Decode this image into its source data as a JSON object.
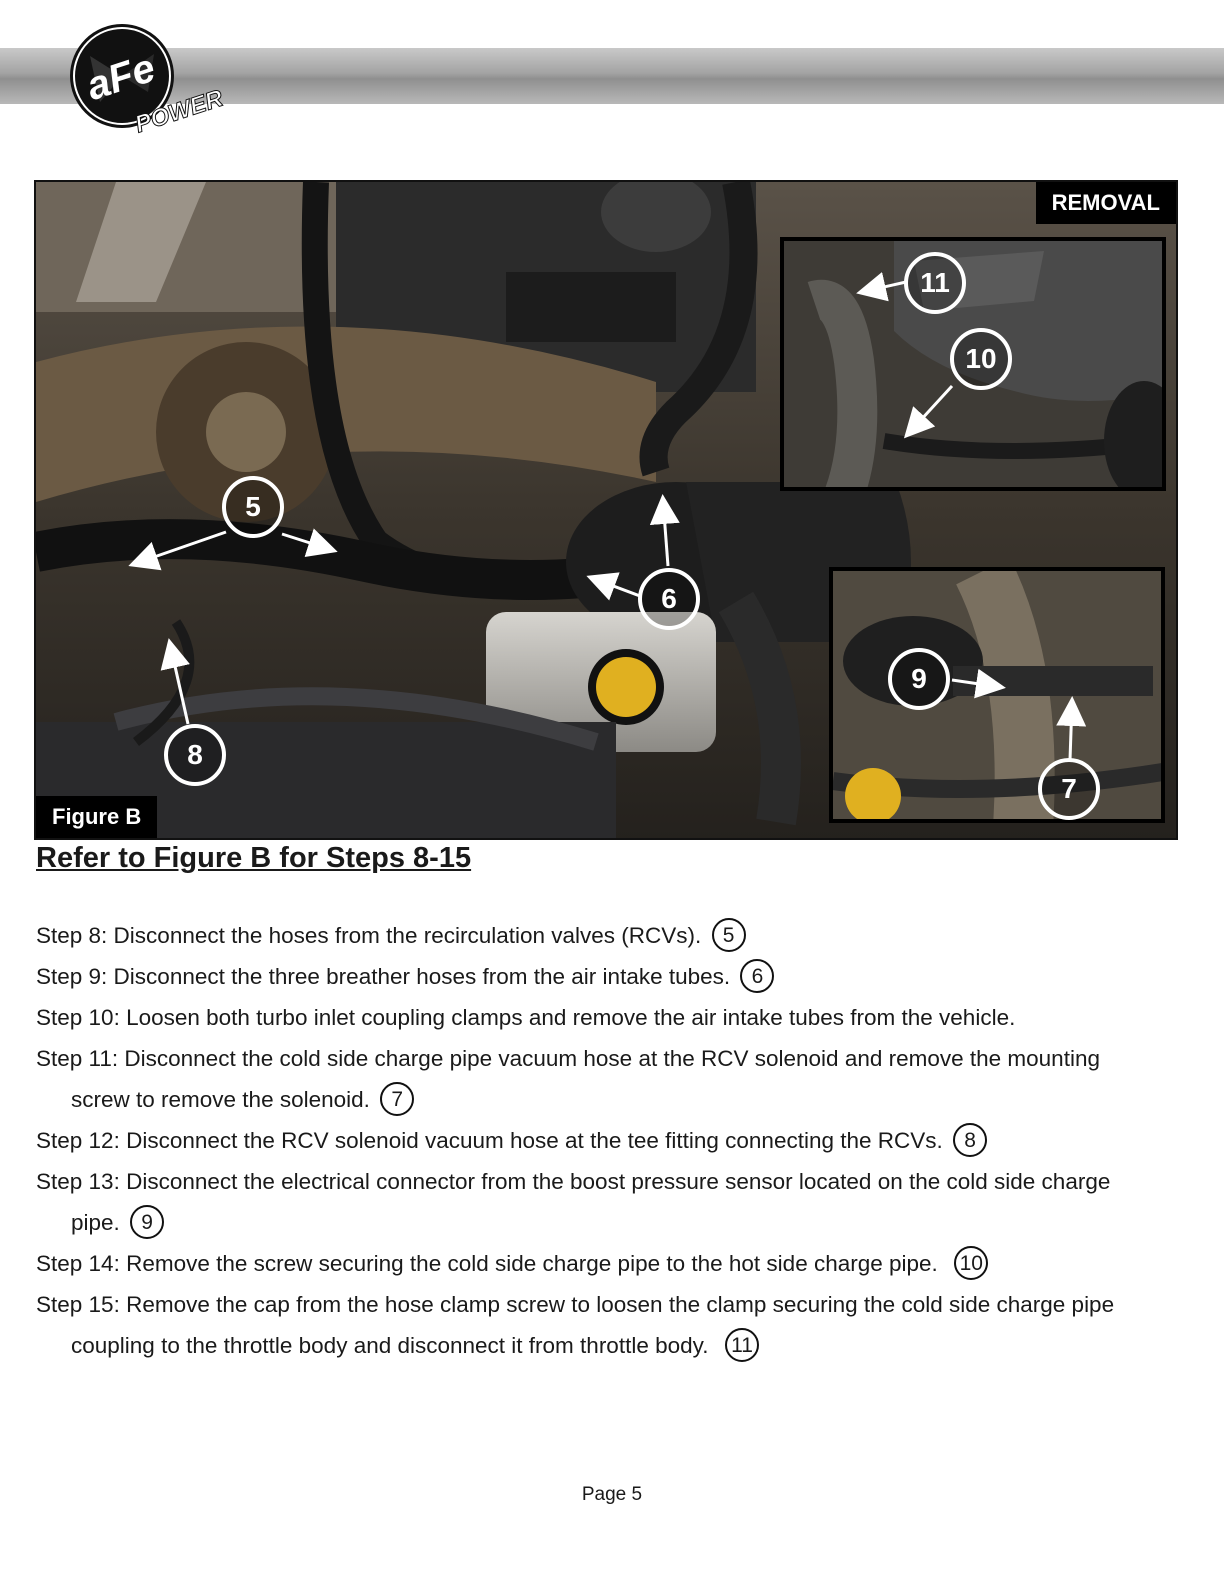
{
  "brand": {
    "name": "aFe",
    "subtitle": "POWER"
  },
  "figure": {
    "tag_removal": "REMOVAL",
    "caption": "Figure B",
    "callouts": [
      "5",
      "6",
      "8",
      "11",
      "10",
      "9",
      "7"
    ]
  },
  "refer_heading": "Refer to Figure B for Steps 8-15",
  "steps": [
    {
      "text": "Step 8: Disconnect the hoses from the recirculation valves (RCVs).",
      "ref": "5"
    },
    {
      "text": "Step 9: Disconnect the three breather hoses from the air intake tubes.",
      "ref": "6"
    },
    {
      "text": "Step 10: Loosen both turbo inlet coupling clamps and remove the air intake tubes from the vehicle."
    },
    {
      "text": "Step 11: Disconnect the cold side charge pipe vacuum hose at the RCV solenoid and remove the mounting",
      "cont": "screw to remove the solenoid.",
      "ref": "7"
    },
    {
      "text": "Step 12: Disconnect the RCV solenoid vacuum hose at the tee fitting connecting the RCVs.",
      "ref": "8"
    },
    {
      "text": "Step 13: Disconnect the electrical connector from the boost pressure sensor located on the cold side charge",
      "cont": "pipe.",
      "ref": "9"
    },
    {
      "text": "Step 14: Remove the screw securing the cold side charge pipe to the hot side charge pipe.",
      "ref": "10"
    },
    {
      "text": "Step 15: Remove the cap from the hose clamp screw to loosen the clamp securing the cold side charge pipe",
      "cont": "coupling to the throttle body and disconnect it from throttle body.",
      "ref": "11"
    }
  ],
  "footer": {
    "page": "Page 5"
  }
}
